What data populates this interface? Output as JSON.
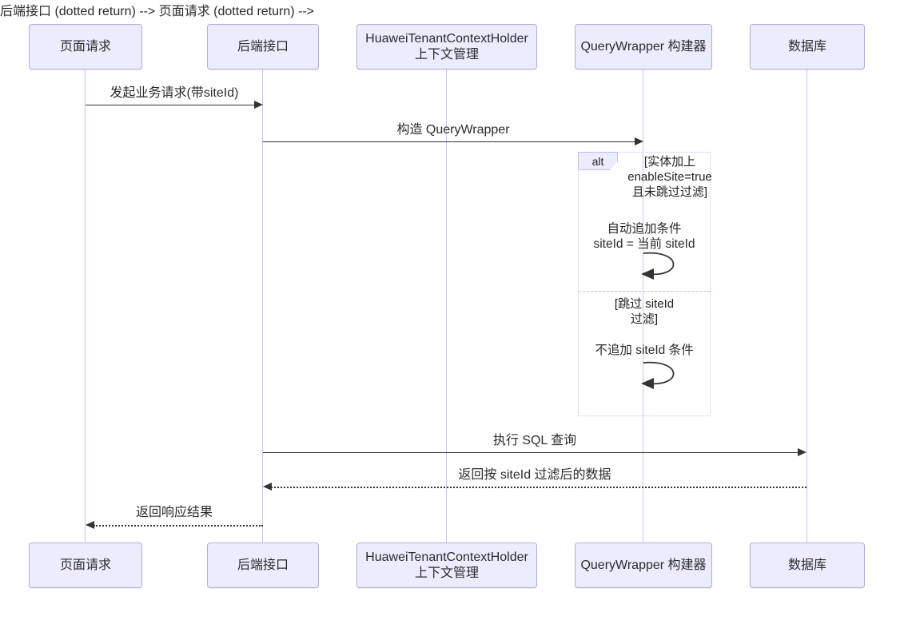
{
  "diagram": {
    "type": "sequence-diagram",
    "title": "",
    "actors": [
      {
        "id": "page-request",
        "label": "页面请求"
      },
      {
        "id": "backend-api",
        "label": "后端接口"
      },
      {
        "id": "context-holder",
        "label": "HuaweiTenantContextHolder\n上下文管理"
      },
      {
        "id": "querywrapper-builder",
        "label": "QueryWrapper 构建器"
      },
      {
        "id": "database",
        "label": "数据库"
      }
    ],
    "messages": [
      {
        "from": "页面请求",
        "to": "后端接口",
        "label": "发起业务请求(带siteId)",
        "style": "solid-arrow"
      },
      {
        "from": "后端接口",
        "to": "QueryWrapper 构建器",
        "label": "构造 QueryWrapper",
        "style": "solid-arrow"
      },
      {
        "from": "后端接口",
        "to": "数据库",
        "label": "执行 SQL 查询",
        "style": "solid-arrow"
      },
      {
        "from": "数据库",
        "to": "后端接口",
        "label": "返回按 siteId 过滤后的数据",
        "style": "dotted-arrow"
      },
      {
        "from": "后端接口",
        "to": "页面请求",
        "label": "返回响应结果",
        "style": "dotted-arrow"
      }
    ],
    "alt_fragment": {
      "label": "alt",
      "lifeline": "QueryWrapper 构建器",
      "branches": [
        {
          "condition": "[实体加上\nenableSite=true\n且未跳过过滤]",
          "self_message": "自动追加条件\nsiteId = 当前 siteId"
        },
        {
          "condition": "[跳过 siteId\n过滤]",
          "self_message": "不追加 siteId 条件"
        }
      ]
    },
    "colors": {
      "background": "#ffffff",
      "actor_fill": "#ECECFF",
      "actor_border": "#b3afd4",
      "lifeline": "#c9c5ee",
      "alt_border": "#c5c2ee",
      "arrow": "#333333",
      "text": "#2b2b2b"
    }
  }
}
